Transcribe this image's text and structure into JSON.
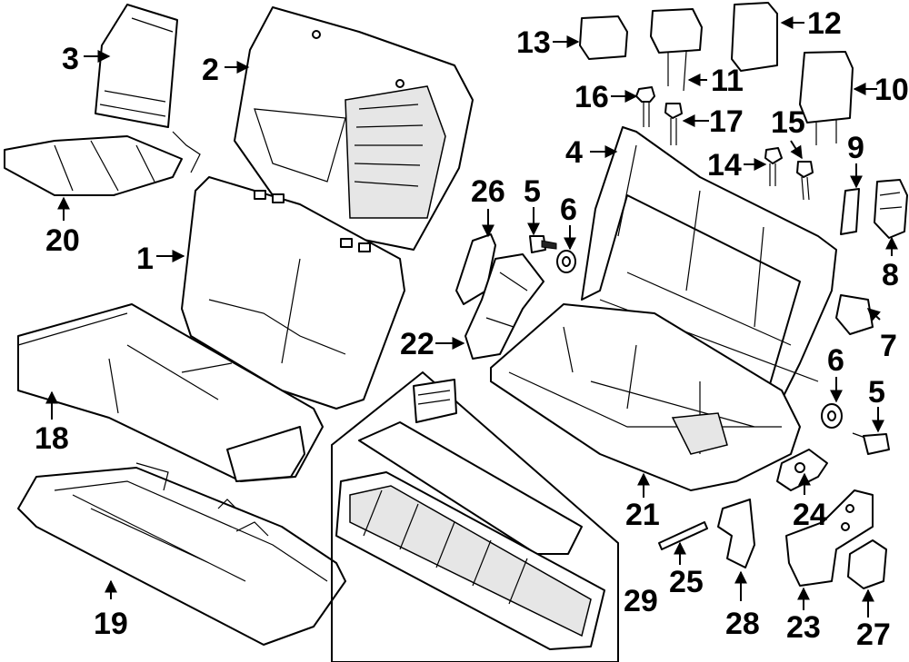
{
  "diagram": {
    "callouts": [
      {
        "id": "c1",
        "label": "1"
      },
      {
        "id": "c2",
        "label": "2"
      },
      {
        "id": "c3",
        "label": "3"
      },
      {
        "id": "c4",
        "label": "4"
      },
      {
        "id": "c5a",
        "label": "5"
      },
      {
        "id": "c5b",
        "label": "5"
      },
      {
        "id": "c6a",
        "label": "6"
      },
      {
        "id": "c6b",
        "label": "6"
      },
      {
        "id": "c7",
        "label": "7"
      },
      {
        "id": "c8",
        "label": "8"
      },
      {
        "id": "c9",
        "label": "9"
      },
      {
        "id": "c10",
        "label": "10"
      },
      {
        "id": "c11",
        "label": "11"
      },
      {
        "id": "c12",
        "label": "12"
      },
      {
        "id": "c13",
        "label": "13"
      },
      {
        "id": "c14",
        "label": "14"
      },
      {
        "id": "c15",
        "label": "15"
      },
      {
        "id": "c16",
        "label": "16"
      },
      {
        "id": "c17",
        "label": "17"
      },
      {
        "id": "c18",
        "label": "18"
      },
      {
        "id": "c19",
        "label": "19"
      },
      {
        "id": "c20",
        "label": "20"
      },
      {
        "id": "c21",
        "label": "21"
      },
      {
        "id": "c22",
        "label": "22"
      },
      {
        "id": "c23",
        "label": "23"
      },
      {
        "id": "c24",
        "label": "24"
      },
      {
        "id": "c25",
        "label": "25"
      },
      {
        "id": "c26",
        "label": "26"
      },
      {
        "id": "c27",
        "label": "27"
      },
      {
        "id": "c28",
        "label": "28"
      },
      {
        "id": "c29",
        "label": "29"
      }
    ]
  }
}
